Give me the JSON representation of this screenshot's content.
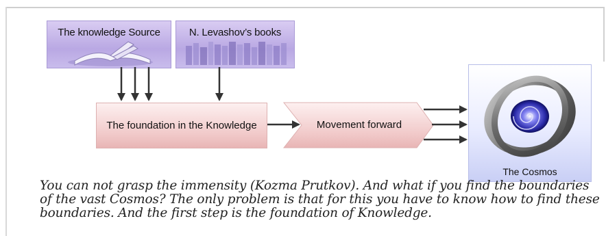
{
  "diagram": {
    "knowledge_source": "The knowledge Source",
    "levashov_books": "N. Levashov’s books",
    "foundation": "The foundation in the Knowledge",
    "movement": "Movement forward",
    "cosmos": "The Cosmos"
  },
  "quote": "You can not grasp the immensity (Kozma Prutkov). And what if you find the boundaries of the vast Cosmos? The only problem is that for this you have to know how to find these boundaries. And the first step is the foundation of Knowledge.",
  "colors": {
    "source_box": "#c4b5ea",
    "flow_box": "#f1c9c9",
    "cosmos_box": "#dfe3fc",
    "arrow": "#333333"
  }
}
